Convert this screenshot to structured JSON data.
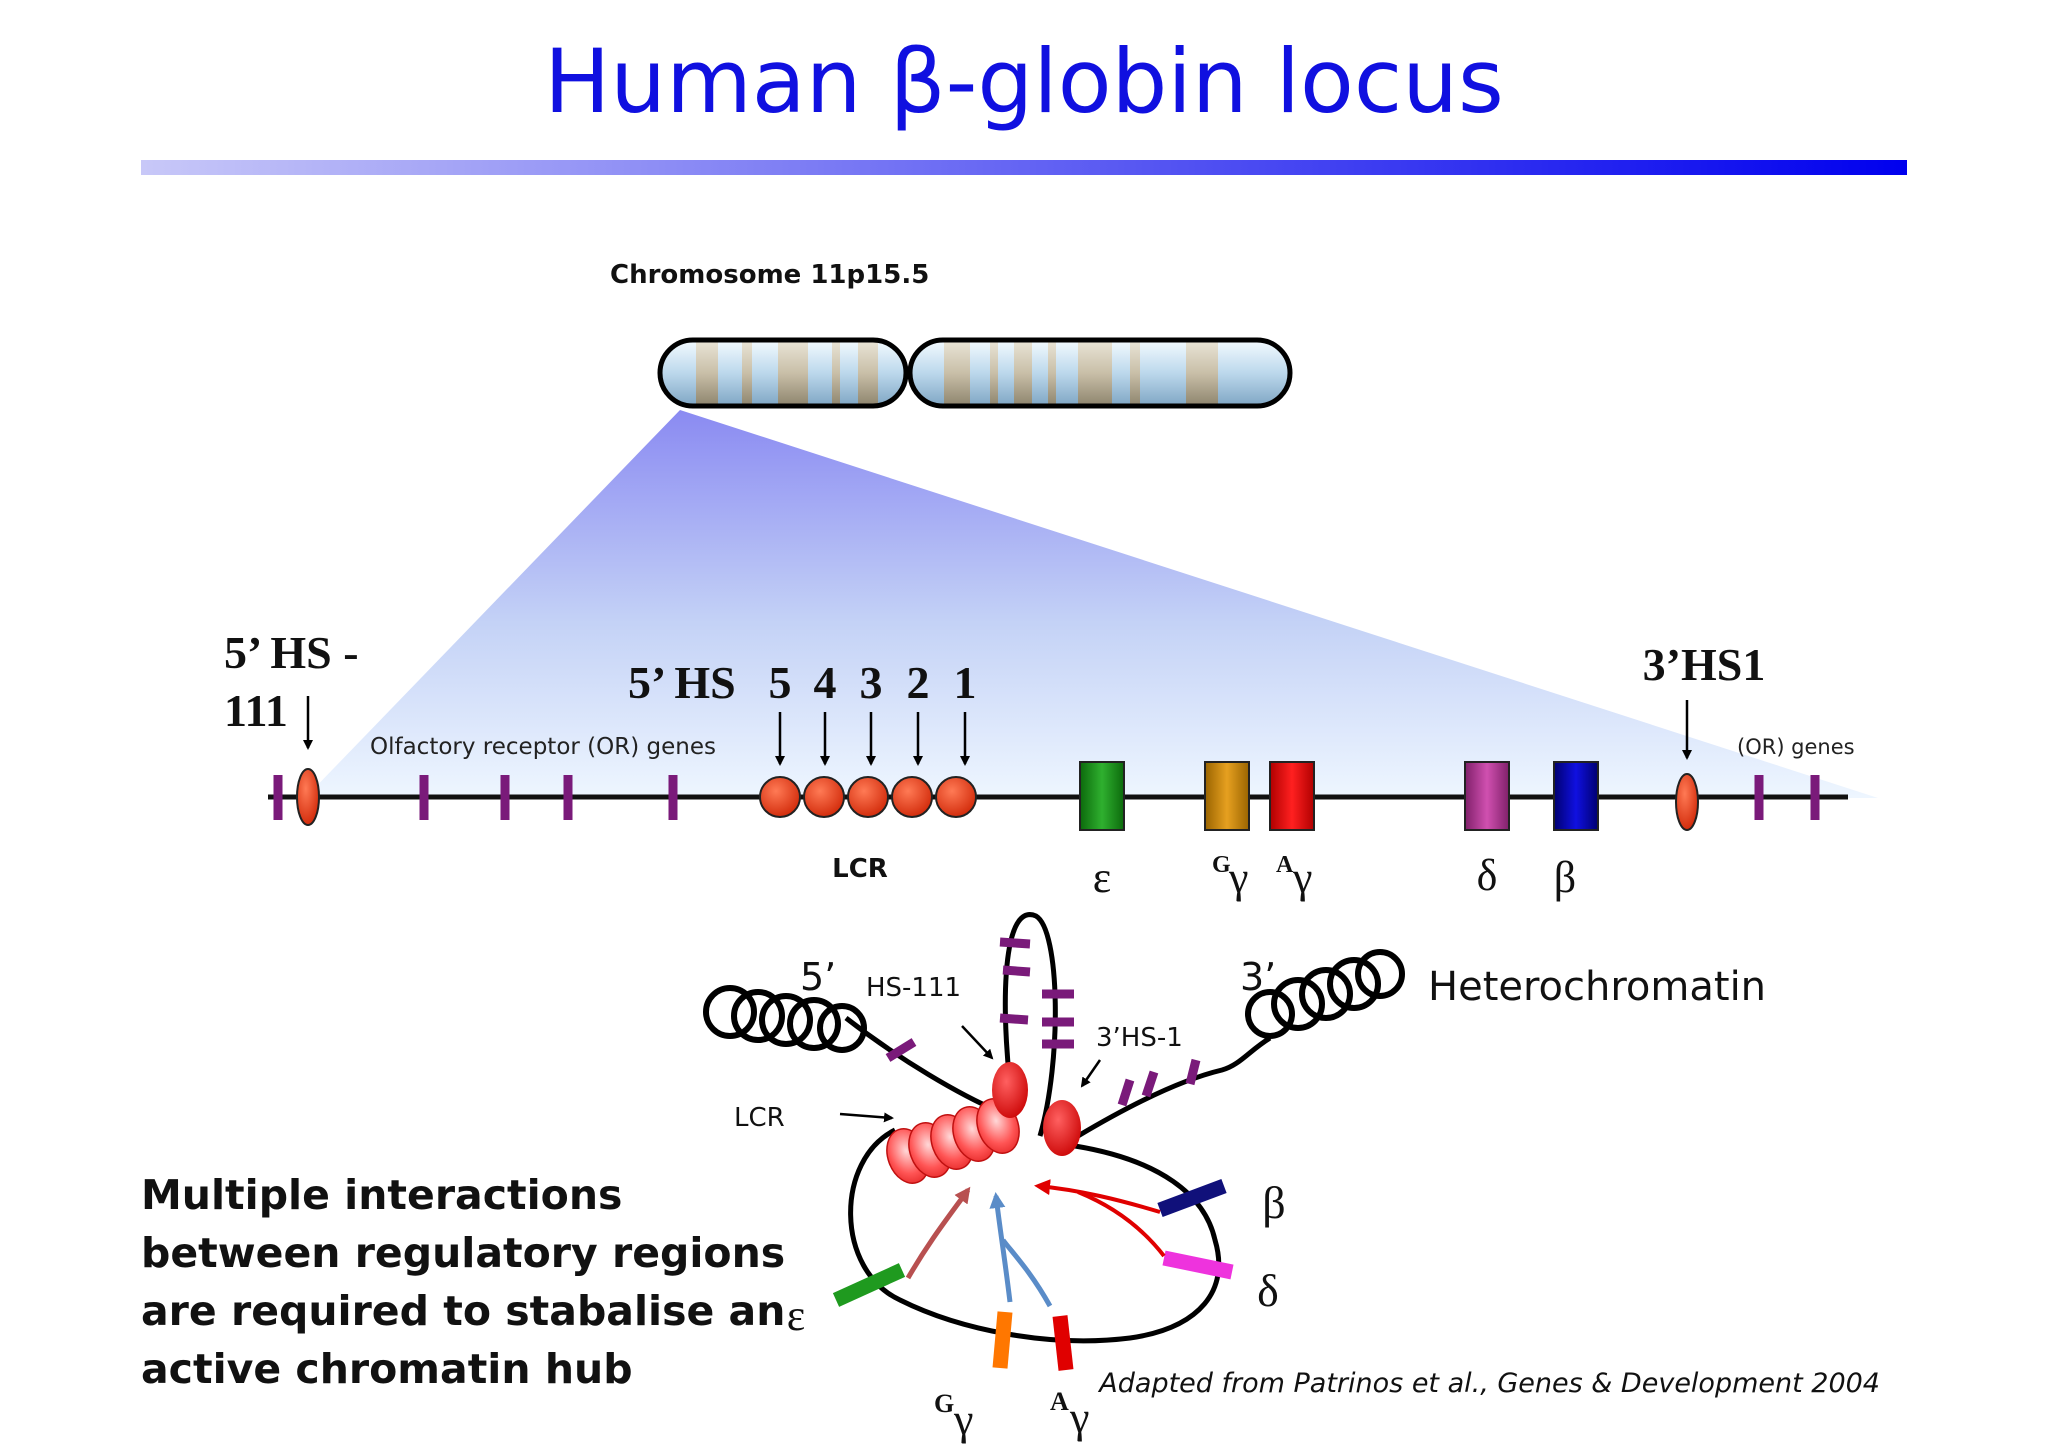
{
  "title": "Human β-globin locus",
  "chromosome_label": "Chromosome 11p15.5",
  "locus": {
    "hs111_label_line1": "5’ HS -",
    "hs111_label_line2": "111",
    "hs5_label": "5’ HS",
    "hs_numbers": [
      "5",
      "4",
      "3",
      "2",
      "1"
    ],
    "hs3_label": "3’HS1",
    "or_genes_label": "Olfactory receptor (OR) genes",
    "or_genes_short": "(OR) genes",
    "lcr_label": "LCR",
    "genes": [
      {
        "symbol": "ε",
        "prefix": "",
        "color": "#1f8a1f"
      },
      {
        "symbol": "γ",
        "prefix": "G",
        "color": "#cc8800"
      },
      {
        "symbol": "γ",
        "prefix": "A",
        "color": "#e00000"
      },
      {
        "symbol": "δ",
        "prefix": "",
        "color": "#b0308e"
      },
      {
        "symbol": "β",
        "prefix": "",
        "color": "#0000b0"
      }
    ]
  },
  "hub": {
    "five_prime": "5’",
    "three_prime": "3’",
    "hs111": "HS-111",
    "hs3": "3’HS-1",
    "lcr": "LCR",
    "heterochromatin": "Heterochromatin",
    "beta": "β",
    "delta": "δ",
    "epsilon": "ε",
    "g_gamma_prefix": "G",
    "a_gamma_prefix": "A",
    "gamma": "γ"
  },
  "summary_lines": [
    "Multiple interactions",
    "between regulatory regions",
    "are required  to stabalise an",
    "active chromatin hub"
  ],
  "citation": "Adapted from Patrinos et al., Genes & Development 2004",
  "colors": {
    "title": "#1010e0",
    "hs_red": "#dd3a10",
    "or_purple": "#7a1a7a",
    "epsilon_green": "#1f9a1f",
    "ggamma_orange": "#ff7700",
    "agamma_red": "#e00000",
    "delta_magenta": "#ee33dd",
    "beta_navy": "#10107a"
  }
}
